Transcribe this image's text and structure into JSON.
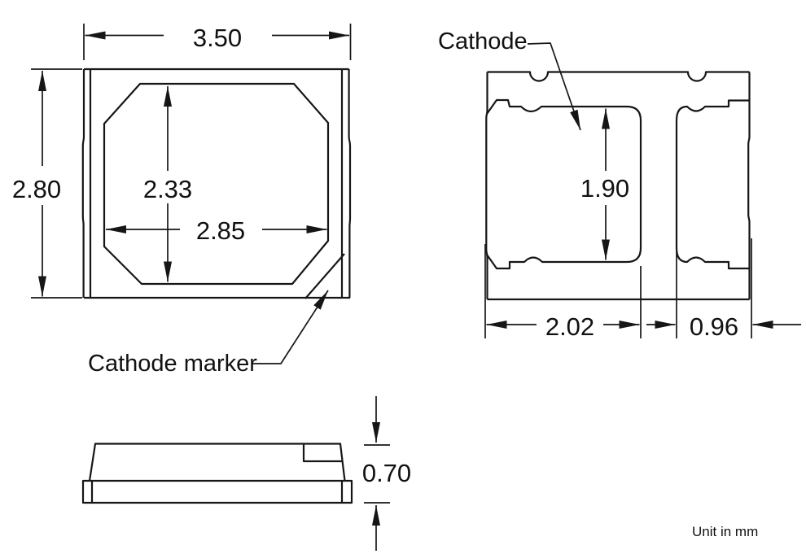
{
  "top_view": {
    "overall_width": "3.50",
    "overall_height": "2.80",
    "lens_height": "2.33",
    "lens_width": "2.85",
    "cathode_marker_label": "Cathode marker"
  },
  "bottom_view": {
    "cathode_label": "Cathode",
    "pad_length": "1.90",
    "cathode_pad_width": "2.02",
    "anode_pad_width": "0.96"
  },
  "side_view": {
    "overall_thickness": "0.70"
  },
  "footer": {
    "unit_note": "Unit in mm"
  }
}
